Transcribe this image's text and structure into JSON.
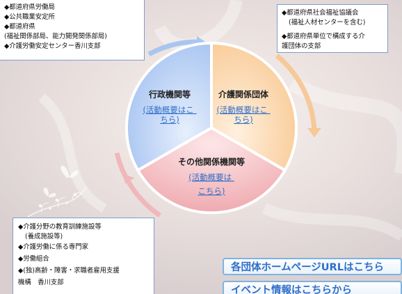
{
  "colors": {
    "segment_blue": "#b6cff4",
    "segment_orange": "#fad6ad",
    "segment_pink": "#f3bdc1",
    "link": "#2f6fc9",
    "note_border": "#7e9cc8"
  },
  "top_left_note": {
    "lines": [
      "◆都道府県労働局",
      "◆公共職業安定所",
      "◆都道府県",
      "(福祉関係部局、能力開発関係部局)",
      "◆介護労働安定センター香川支部"
    ]
  },
  "top_right_note": {
    "lines": [
      "◆都道府県社会福祉協議会",
      "(福祉人材センターを含む)",
      "◆都道府県単位で構成する介",
      "護団体の支部"
    ]
  },
  "bottom_left_note": {
    "lines": [
      "◆介護分野の教育訓練施設等",
      "(養成施設等)",
      "◆介護労働に係る専門家",
      "◆労働組合",
      "◆(独)高齢・障害・求職者雇用支援",
      "機構　香川支部"
    ]
  },
  "diagram": {
    "segments": [
      {
        "title": "行政機関等",
        "link_lines": [
          "(活動概要はこ",
          "ちら)"
        ]
      },
      {
        "title": "介護関係団体",
        "link_lines": [
          "(活動概要はこ",
          "ちら)"
        ]
      },
      {
        "title": "その他関係機関等",
        "link_lines": [
          "(活動概要は",
          "こちら)"
        ]
      }
    ]
  },
  "buttons": {
    "homepage_urls": "各団体ホームページURLはこちら",
    "event_info": "イベント情報はこちらから"
  }
}
